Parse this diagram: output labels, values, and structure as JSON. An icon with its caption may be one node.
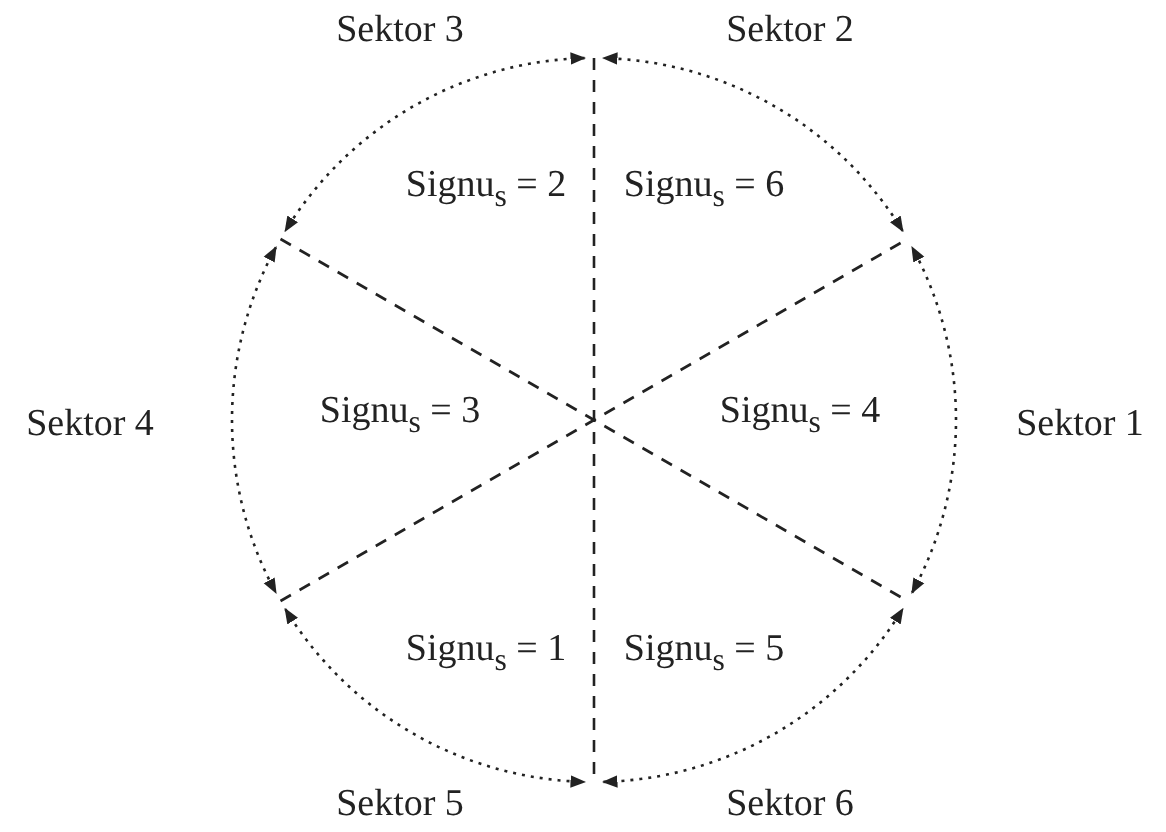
{
  "diagram": {
    "labels": [
      "Sektor 3",
      "Sektor 2",
      "Signu$_{s}$ = 2",
      "Signu$_{s}$ = 6",
      "Sektor 4",
      "Signu$_{s}$ = 3",
      "Signu$_{s}$ = 4",
      "Sektor 1",
      "Signu$_{s}$ = 1",
      "Signu$_{s}$ = 5",
      "Sektor 5",
      "Sektor 6"
    ]
  }
}
